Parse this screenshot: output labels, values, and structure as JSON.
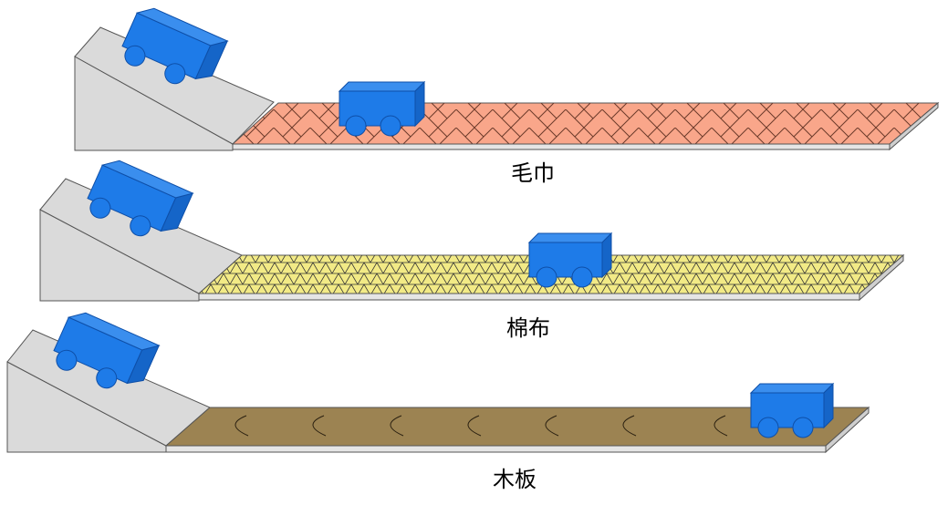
{
  "diagram": {
    "panels": [
      {
        "id": "towel",
        "label": "毛巾",
        "surface_color": "#F9A68A",
        "surface_pattern": "herringbone"
      },
      {
        "id": "cotton",
        "label": "棉布",
        "surface_color": "#F2EA86",
        "surface_pattern": "triangle-grid"
      },
      {
        "id": "wood",
        "label": "木板",
        "surface_color": "#9C8352",
        "surface_pattern": "wood-grain"
      }
    ],
    "colors": {
      "cart": "#1E7BE8",
      "cart_stroke": "#0E4FA8",
      "ramp": "#DADADA",
      "ramp_side": "#C8C8C8",
      "outline": "#555555"
    }
  }
}
